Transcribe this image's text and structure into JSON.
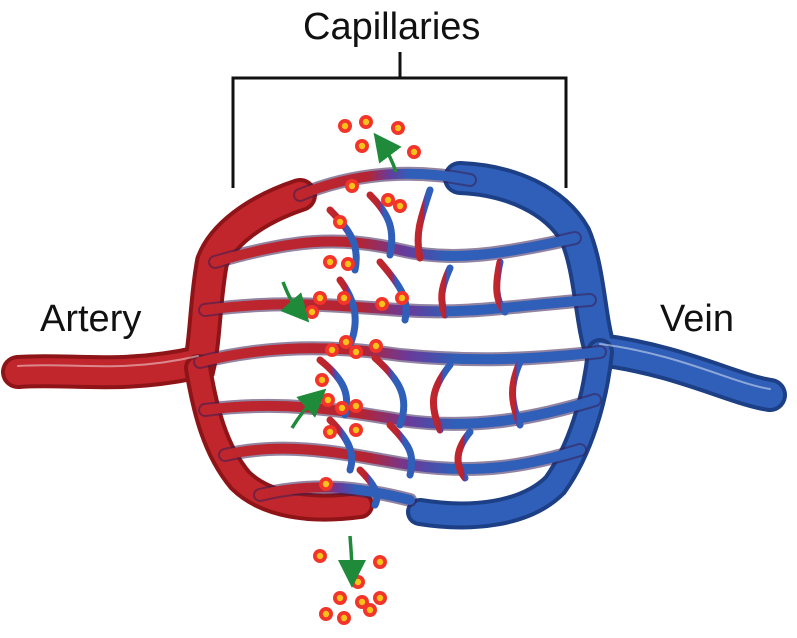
{
  "labels": {
    "capillaries": "Capillaries",
    "artery": "Artery",
    "vein": "Vein"
  },
  "colors": {
    "artery": "#c0262c",
    "artery_dark": "#8e1418",
    "vein": "#2f5fb8",
    "vein_dark": "#1d3f86",
    "transition": "#6a3a9a",
    "particle": "#f2342a",
    "particle_core": "#f7c21a",
    "arrow": "#1f8a3a",
    "bracket": "#111111"
  },
  "icons": {
    "flow_arrow": "green-arrow-icon",
    "particle": "dot-icon"
  }
}
